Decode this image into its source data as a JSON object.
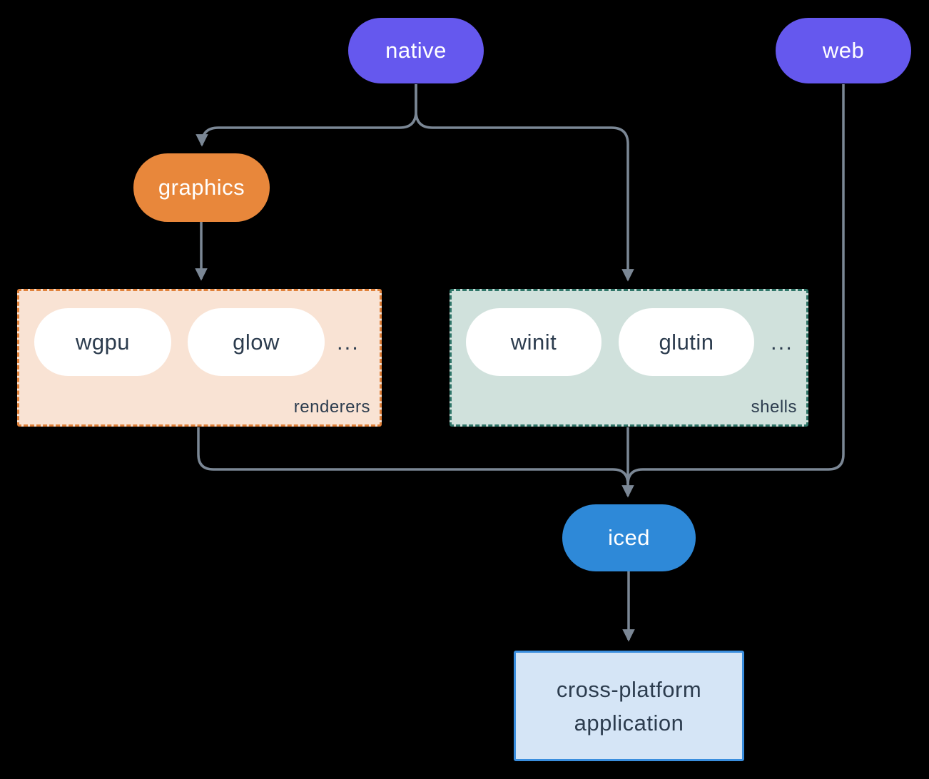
{
  "diagram": {
    "background": "#000000",
    "line_color": "#7b8795",
    "nodes": {
      "native": {
        "label": "native",
        "color": "#6558ee",
        "text_color": "#ffffff"
      },
      "web": {
        "label": "web",
        "color": "#6558ee",
        "text_color": "#ffffff"
      },
      "graphics": {
        "label": "graphics",
        "color": "#e8873b",
        "text_color": "#ffffff"
      },
      "iced": {
        "label": "iced",
        "color": "#2e89d8",
        "text_color": "#ffffff"
      },
      "app": {
        "label": "cross-platform application",
        "bg": "#d5e5f6",
        "border": "#3a8ede",
        "text_color": "#2c3c4e"
      }
    },
    "groups": {
      "renderers": {
        "label": "renderers",
        "bg": "#f9e3d4",
        "border": "#e0813a",
        "items": [
          {
            "label": "wgpu"
          },
          {
            "label": "glow"
          }
        ],
        "ellipsis": "..."
      },
      "shells": {
        "label": "shells",
        "bg": "#d0e1dc",
        "border": "#2f7568",
        "items": [
          {
            "label": "winit"
          },
          {
            "label": "glutin"
          }
        ],
        "ellipsis": "..."
      }
    },
    "edges": [
      {
        "from": "native",
        "to": "graphics",
        "arrow": true
      },
      {
        "from": "native",
        "to": "shells",
        "arrow": true
      },
      {
        "from": "graphics",
        "to": "renderers",
        "arrow": true
      },
      {
        "from": "renderers",
        "to": "iced",
        "arrow": false
      },
      {
        "from": "shells",
        "to": "iced",
        "arrow": true
      },
      {
        "from": "web",
        "to": "iced",
        "arrow": false
      },
      {
        "from": "iced",
        "to": "app",
        "arrow": true
      }
    ]
  }
}
